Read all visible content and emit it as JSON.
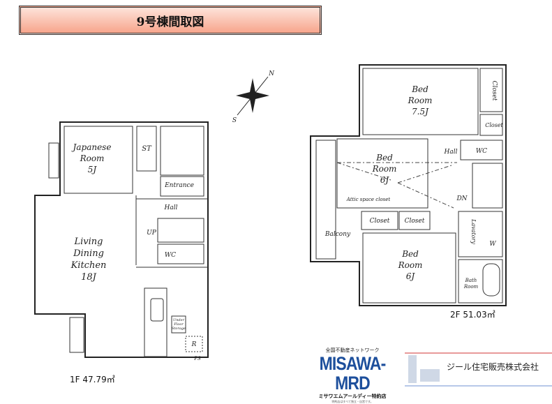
{
  "header": {
    "title": "9号棟間取図"
  },
  "compass": {
    "north_label": "N",
    "south_label": "S"
  },
  "floor1": {
    "area_label": "1F  47.79㎡",
    "rooms": {
      "japanese": [
        "Japanese",
        "Room",
        "5J"
      ],
      "st": "ST",
      "entrance": "Entrance",
      "hall": "Hall",
      "up": "UP",
      "wc": "WC",
      "ldk": [
        "Living",
        "Dining",
        "Kitchen",
        "18J"
      ],
      "under_floor": [
        "Under",
        "Floor",
        "Storage"
      ],
      "r": "R",
      "ps": "PS"
    }
  },
  "floor2": {
    "area_label": "2F  51.03㎡",
    "rooms": {
      "bed1": [
        "Bed",
        "Room",
        "7.5J"
      ],
      "closet_a": "Closet",
      "closet_b": "Closet",
      "bed2": [
        "Bed",
        "Room",
        "6J"
      ],
      "attic": "Attic space closet",
      "hall": "Hall",
      "wc": "WC",
      "dn": "DN",
      "closet_c": "Closet",
      "closet_d": "Closet",
      "balcony": "Balcony",
      "lavatory": "Lavatory",
      "w": "W",
      "bed3": [
        "Bed",
        "Room",
        "6J"
      ],
      "bath": [
        "Bath",
        "Room"
      ]
    }
  },
  "footer": {
    "network": "全国不動産ネットワーク",
    "brand": "MISAWA-MRD",
    "brand_sub": "ミサワエムアールディー特約店",
    "brand_fine": "特約店はすべて独立・自営です。",
    "company": "ジール住宅販売株式会社"
  },
  "colors": {
    "title_bg_top": "#fde3da",
    "title_bg_bottom": "#f7a58c",
    "brand": "#1d4f9c"
  }
}
